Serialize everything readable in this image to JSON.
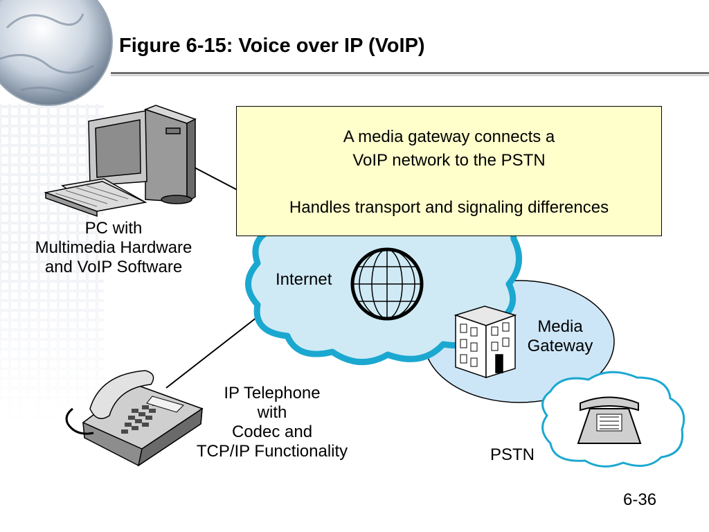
{
  "slide": {
    "title": "Figure 6-15: Voice over IP (VoIP)",
    "page_number": "6-36"
  },
  "callout": {
    "line1": "A media gateway connects a",
    "line2": "VoIP network to the PSTN",
    "line3": "Handles transport and signaling differences"
  },
  "labels": {
    "pc": [
      "PC with",
      "Multimedia Hardware",
      "and VoIP Software"
    ],
    "internet": "Internet",
    "media_gateway": [
      "Media",
      "Gateway"
    ],
    "ip_phone": [
      "IP Telephone",
      "with",
      "Codec and",
      "TCP/IP Functionality"
    ],
    "pstn": "PSTN"
  },
  "colors": {
    "cloud_fill": "#cfeaf5",
    "cloud_border": "#1ba8d0",
    "callout_fill": "#ffffcc",
    "gateway_ellipse": "#cde6f7"
  }
}
